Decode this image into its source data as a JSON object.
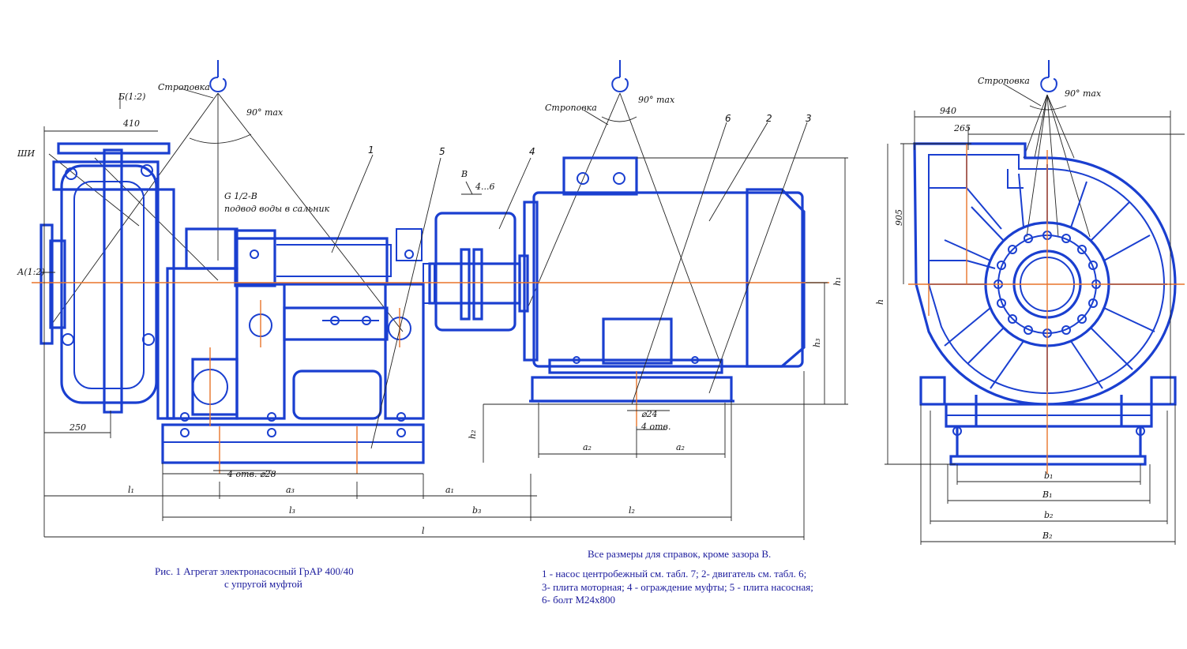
{
  "caption": {
    "line1": "Рис. 1 Агрегат электронасосный ГрАР 400/40",
    "line2": "с упругой муфтой"
  },
  "notes": {
    "title": "Все размеры для справок, кроме зазора В.",
    "legend": [
      "1 - насос центробежный см. табл. 7; 2- двигатель см. табл. 6;",
      "3- плита моторная; 4 - ограждение муфты; 5 - плита насосная;",
      "6- болт М24х800"
    ]
  },
  "labels": {
    "stropovka": "Строповка",
    "angle": "90° max",
    "dim_410": "410",
    "dim_250": "250",
    "dim_940": "940",
    "dim_265": "265",
    "dim_905": "905",
    "view_b": "Б(1:2)",
    "view_a": "А(1:2)",
    "shi": "ШИ",
    "water": "G 1/2-B",
    "water_note": "подвод воды в сальник",
    "gap_b": "В",
    "gap": "4...6",
    "holes_28": "4 отв. ⌀28",
    "holes_24_d": "⌀24",
    "holes_24_n": "4 отв.",
    "h": "h",
    "h1": "h₁",
    "h2": "h₂",
    "h3": "h₃",
    "l": "l",
    "l1": "l₁",
    "l2": "l₂",
    "l3": "l₃",
    "a1": "a₁",
    "a2": "a₂",
    "a3": "a₃",
    "b1": "b₁",
    "b2": "b₂",
    "b3": "b₃",
    "B1": "B₁",
    "B2": "B₂"
  },
  "callouts": [
    "1",
    "2",
    "3",
    "4",
    "5",
    "6"
  ]
}
